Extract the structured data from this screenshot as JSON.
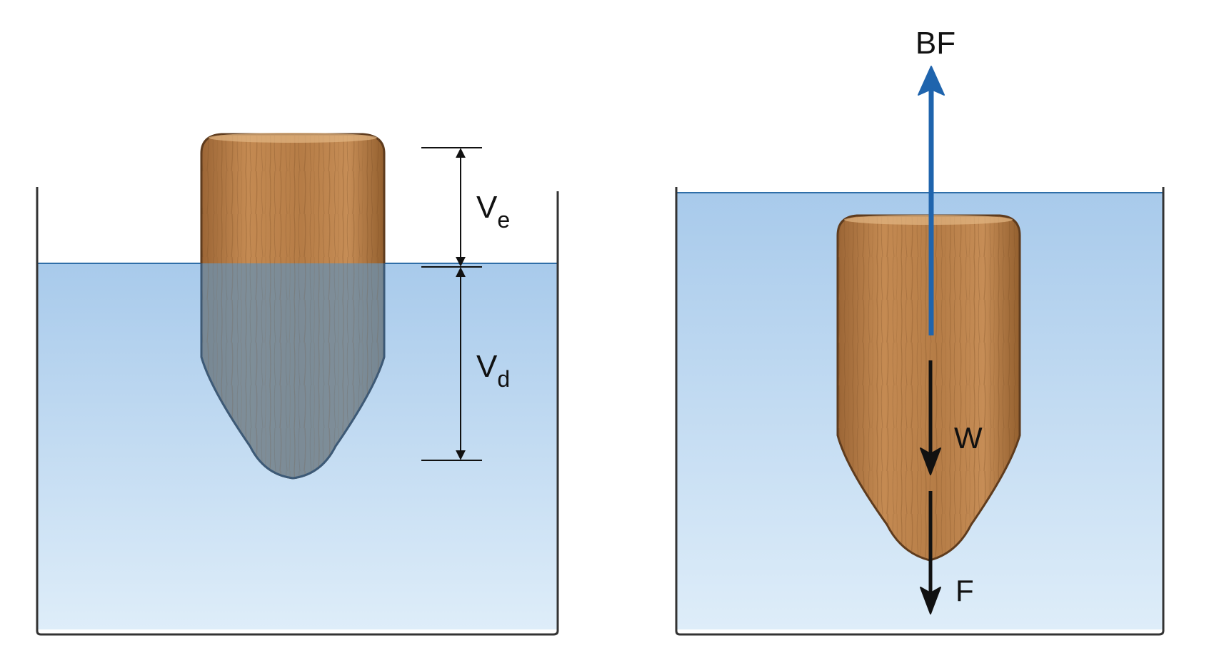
{
  "left_panel": {
    "label_ve_main": "V",
    "label_ve_sub": "e",
    "label_vd_main": "V",
    "label_vd_sub": "d"
  },
  "right_panel": {
    "label_bf": "BF",
    "label_w": "W",
    "label_f": "F"
  },
  "colors": {
    "water_top": "#a9cbec",
    "water_bottom": "#dcebf8",
    "wood": "#b9804a",
    "wood_dark": "#6b4423",
    "submerged_tint": "#6f8fa8",
    "buoyant_arrow": "#1f64ad",
    "force_arrow": "#111111",
    "container": "#333333"
  }
}
